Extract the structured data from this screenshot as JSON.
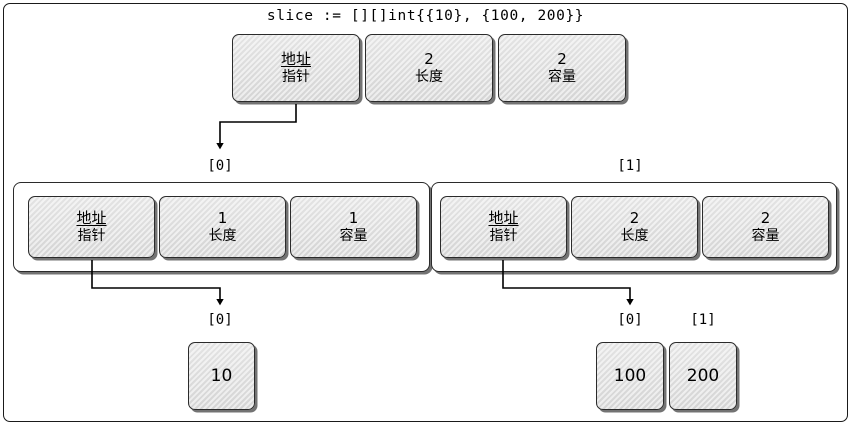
{
  "diagram": {
    "title": "slice := [][]int{{10}, {100, 200}}",
    "labels": {
      "pointer_top": "地址",
      "pointer_bottom": "指针",
      "length_bottom": "长度",
      "capacity_bottom": "容量"
    },
    "top_header": {
      "name": "outer-slice-header",
      "pointer_value": "地址",
      "pointer_caption": "指针",
      "length_value": "2",
      "length_caption": "长度",
      "capacity_value": "2",
      "capacity_caption": "容量"
    },
    "inner_slices": [
      {
        "index_label": "[0]",
        "pointer_value": "地址",
        "pointer_caption": "指针",
        "length_value": "1",
        "length_caption": "长度",
        "capacity_value": "1",
        "capacity_caption": "容量"
      },
      {
        "index_label": "[1]",
        "pointer_value": "地址",
        "pointer_caption": "指针",
        "length_value": "2",
        "length_caption": "长度",
        "capacity_value": "2",
        "capacity_caption": "容量"
      }
    ],
    "backing_arrays": [
      {
        "owner": "[0]",
        "elements": [
          {
            "index_label": "[0]",
            "value": "10"
          }
        ]
      },
      {
        "owner": "[1]",
        "elements": [
          {
            "index_label": "[0]",
            "value": "100"
          },
          {
            "index_label": "[1]",
            "value": "200"
          }
        ]
      }
    ],
    "colors": {
      "cell_fill": "#dedede",
      "border": "#2b2b2b",
      "shadow": "#000000",
      "background": "#ffffff",
      "text": "#000000"
    }
  }
}
